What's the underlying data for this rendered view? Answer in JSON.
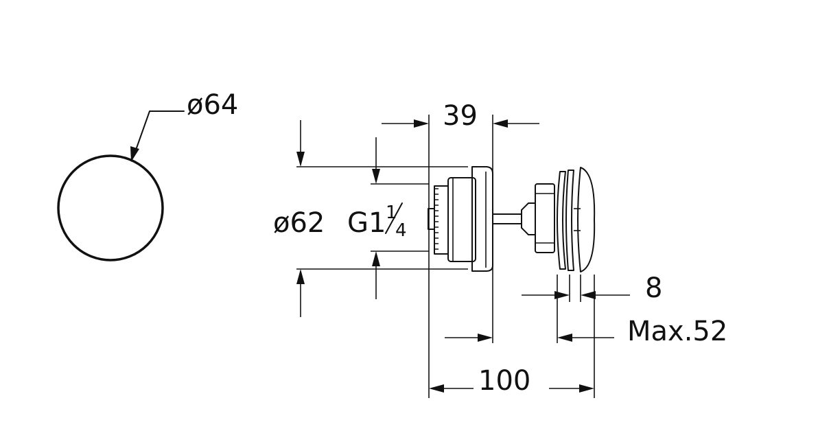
{
  "dimensions": {
    "cap_diameter": "ø64",
    "body_diameter": "ø62",
    "thread_main": "G1",
    "thread_frac_num": "1",
    "thread_frac_den": "4",
    "depth_39": "39",
    "total_100": "100",
    "gap_8": "8",
    "max_52": "Max.52"
  },
  "colors": {
    "line": "#111111",
    "background": "#ffffff"
  }
}
